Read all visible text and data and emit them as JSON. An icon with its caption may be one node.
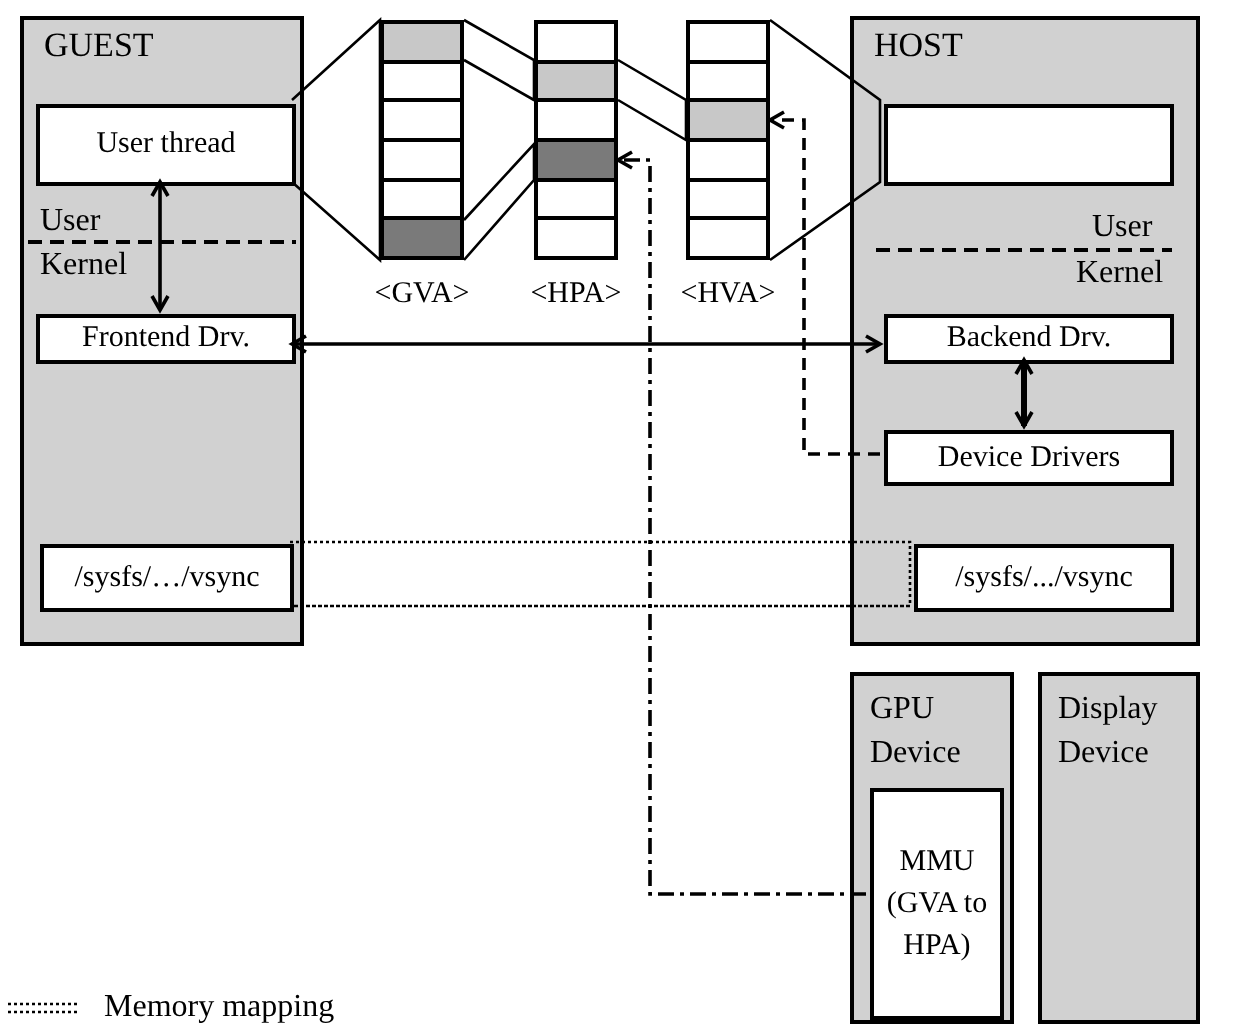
{
  "diagram": {
    "nodes": [
      {
        "text": [
          "GUEST"
        ]
      },
      {
        "text": [
          "User thread"
        ],
        "in": 0
      },
      {
        "text": [
          "Frontend Drv."
        ],
        "in": 0
      },
      {
        "text": [
          "/sysfs/…/vsync"
        ],
        "in": 0
      },
      {
        "text": [
          "HOST"
        ]
      },
      {
        "text": [],
        "shape": "box",
        "in": 4
      },
      {
        "text": [
          "Backend Drv."
        ],
        "in": 4
      },
      {
        "text": [
          "Device Drivers"
        ],
        "in": 4
      },
      {
        "text": [
          "/sysfs/.../vsync"
        ],
        "in": 4
      },
      {
        "text": [
          "GPU Device"
        ]
      },
      {
        "text": [
          "MMU (GVA to HPA)"
        ],
        "in": 9
      },
      {
        "text": [
          "Display Device"
        ]
      },
      {
        "text": [],
        "shape": "box",
        "beside": [
          "<GVA>"
        ]
      },
      {
        "text": [],
        "shape": "box",
        "beside": [
          "<HPA>"
        ]
      },
      {
        "text": [],
        "shape": "box",
        "beside": [
          "<HVA>"
        ]
      }
    ],
    "edges": [
      {
        "from": 1,
        "to": 2,
        "arrow": "both"
      },
      {
        "from": 2,
        "to": 6,
        "arrow": "both"
      },
      {
        "from": 6,
        "to": 7,
        "arrow": "both",
        "style": "thick"
      },
      {
        "from": 7,
        "to": 14,
        "arrow": "to",
        "style": "dashed"
      },
      {
        "from": 10,
        "to": 13,
        "arrow": "to",
        "style": "dashed"
      },
      {
        "from": 1,
        "to": 12,
        "arrow": "none"
      },
      {
        "from": 12,
        "to": 13,
        "arrow": "none"
      },
      {
        "from": 12,
        "to": 13,
        "arrow": "none"
      },
      {
        "from": 13,
        "to": 14,
        "arrow": "none"
      },
      {
        "from": 14,
        "to": 5,
        "arrow": "none"
      },
      {
        "from": 3,
        "to": 8,
        "arrow": "none",
        "style": "dashed"
      }
    ],
    "labels": [
      "User",
      "Kernel",
      "User",
      "Kernel"
    ],
    "legend": [
      {
        "text": "Memory mapping"
      }
    ]
  }
}
